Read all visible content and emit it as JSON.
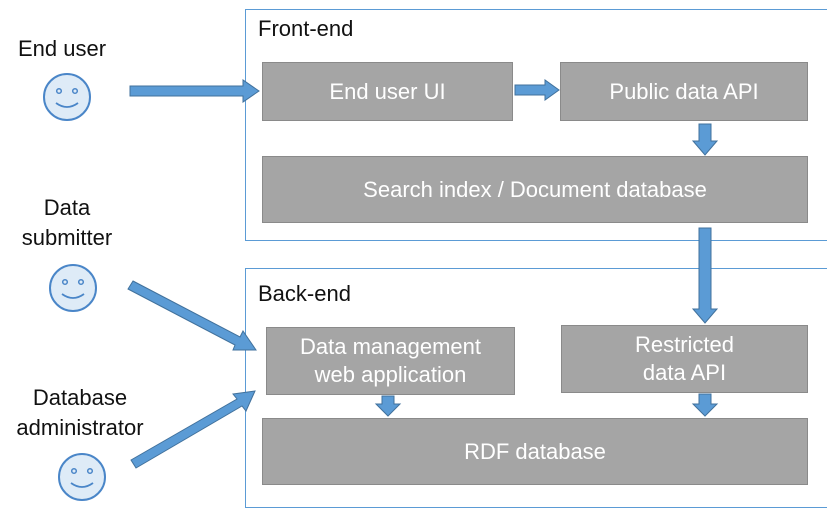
{
  "actors": {
    "end_user": {
      "label": "End user"
    },
    "data_submitter": {
      "line1": "Data",
      "line2": "submitter"
    },
    "database_admin": {
      "line1": "Database",
      "line2": "administrator"
    }
  },
  "frontend": {
    "title": "Front-end",
    "end_user_ui": "End user UI",
    "public_api": "Public data API",
    "search_index": "Search index / Document database"
  },
  "backend": {
    "title": "Back-end",
    "data_mgmt_line1": "Data management",
    "data_mgmt_line2": "web application",
    "restricted_api_line1": "Restricted",
    "restricted_api_line2": "data API",
    "rdf_database": "RDF database"
  },
  "colors": {
    "panel_border": "#5b9bd5",
    "box_fill": "#a5a5a5",
    "arrow_fill": "#5b9bd5",
    "face_fill": "#deebf7"
  }
}
